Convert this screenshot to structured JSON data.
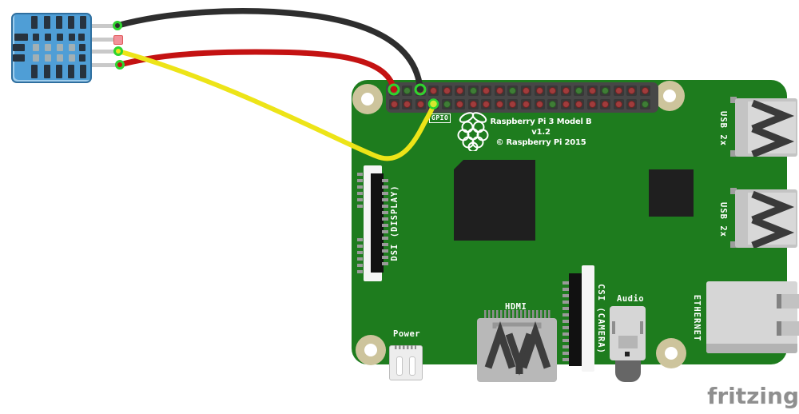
{
  "board": {
    "title_line1": "Raspberry Pi 3 Model B v1.2",
    "title_line2": "© Raspberry Pi 2015",
    "gpio_label": "GPIO",
    "port_labels": {
      "power": "Power",
      "hdmi": "HDMI",
      "audio": "Audio",
      "csi": "CSI (CAMERA)",
      "dsi": "DSI (DISPLAY)",
      "ethernet": "ETHERNET",
      "usb_top": "USB 2x",
      "usb_bottom": "USB 2x"
    }
  },
  "gpio": {
    "top": [
      "red",
      "green",
      "red",
      "red",
      "red",
      "red",
      "green",
      "red",
      "red",
      "green",
      "red",
      "red",
      "red",
      "red",
      "green",
      "red",
      "green",
      "red",
      "red",
      "red"
    ],
    "bottom": [
      "red",
      "red",
      "red",
      "red",
      "green",
      "red",
      "red",
      "red",
      "red",
      "red",
      "red",
      "red",
      "green",
      "red",
      "red",
      "red",
      "red",
      "red",
      "red",
      "green"
    ],
    "connections": [
      {
        "wire": "red",
        "pin": "top-1"
      },
      {
        "wire": "black",
        "pin": "top-3"
      },
      {
        "wire": "yellow",
        "pin": "bottom-4"
      }
    ]
  },
  "colors": {
    "board_green": "#1e7c1e",
    "wire_black": "#2e2e2e",
    "wire_red": "#c41212",
    "wire_yellow": "#ede418",
    "sensor_blue": "#4f9ed6",
    "pin_red": "#a03c3c",
    "pin_green": "#3f7d36",
    "hole_tan": "#cdc49c",
    "connection_green": "#2fd42f"
  },
  "watermark": "fritzing"
}
